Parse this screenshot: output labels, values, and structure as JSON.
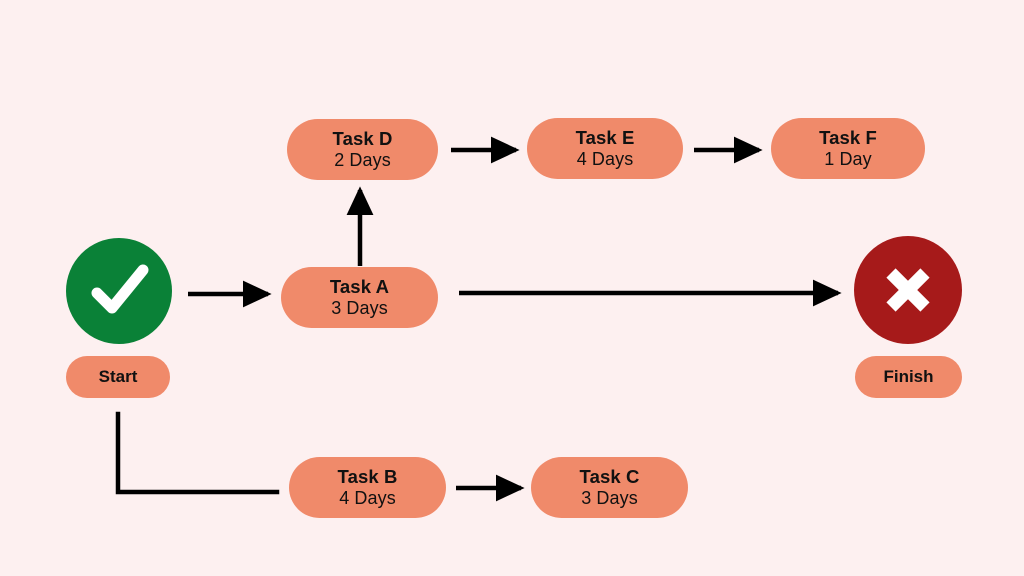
{
  "diagram": {
    "type": "project-network-diagram",
    "background_color": "#FDF0F0",
    "node_color": "#F08A6A",
    "start_color": "#0A8137",
    "finish_color": "#A61A1A",
    "edge_color": "#000000",
    "start": {
      "icon": "check-mark-icon",
      "label": "Start"
    },
    "finish": {
      "icon": "cross-mark-icon",
      "label": "Finish"
    },
    "tasks": [
      {
        "id": "a",
        "title": "Task A",
        "duration": "3 Days"
      },
      {
        "id": "b",
        "title": "Task B",
        "duration": "4 Days"
      },
      {
        "id": "c",
        "title": "Task C",
        "duration": "3 Days"
      },
      {
        "id": "d",
        "title": "Task D",
        "duration": "2 Days"
      },
      {
        "id": "e",
        "title": "Task E",
        "duration": "4 Days"
      },
      {
        "id": "f",
        "title": "Task F",
        "duration": "1 Day"
      }
    ],
    "edges": [
      {
        "from": "start",
        "to": "a",
        "style": "straight-arrow"
      },
      {
        "from": "start",
        "to": "b",
        "style": "elbow-line"
      },
      {
        "from": "a",
        "to": "d",
        "style": "straight-arrow-up"
      },
      {
        "from": "a",
        "to": "finish",
        "style": "straight-arrow"
      },
      {
        "from": "d",
        "to": "e",
        "style": "straight-arrow"
      },
      {
        "from": "e",
        "to": "f",
        "style": "straight-arrow"
      },
      {
        "from": "b",
        "to": "c",
        "style": "straight-arrow"
      }
    ]
  }
}
